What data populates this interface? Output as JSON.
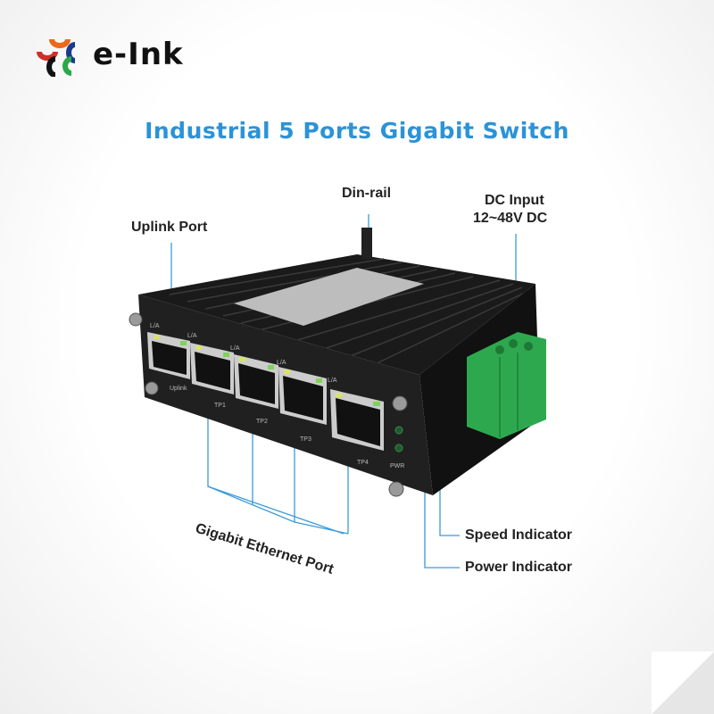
{
  "brand": {
    "name": "e-Ink",
    "logo_colors": [
      "#e86a1a",
      "#1b3a8c",
      "#d62b2b",
      "#111111",
      "#2aa84a"
    ]
  },
  "title": "Industrial 5 Ports Gigabit Switch",
  "callouts": {
    "din_rail": "Din-rail",
    "dc_input_line1": "DC Input",
    "dc_input_line2": "12~48V DC",
    "uplink_port": "Uplink Port",
    "gigabit_port": "Gigabit Ethernet Port",
    "speed_indicator": "Speed Indicator",
    "power_indicator": "Power Indicator"
  },
  "device_labels": {
    "la": [
      "L/A",
      "L/A",
      "L/A",
      "L/A",
      "L/A"
    ],
    "uplink": "Uplink",
    "ports": [
      "TP1",
      "TP2",
      "TP3",
      "TP4"
    ],
    "pwr": "PWR"
  },
  "colors": {
    "title": "#2b93d6",
    "callout_line": "#3a9ad9",
    "terminal": "#2ea84f"
  }
}
